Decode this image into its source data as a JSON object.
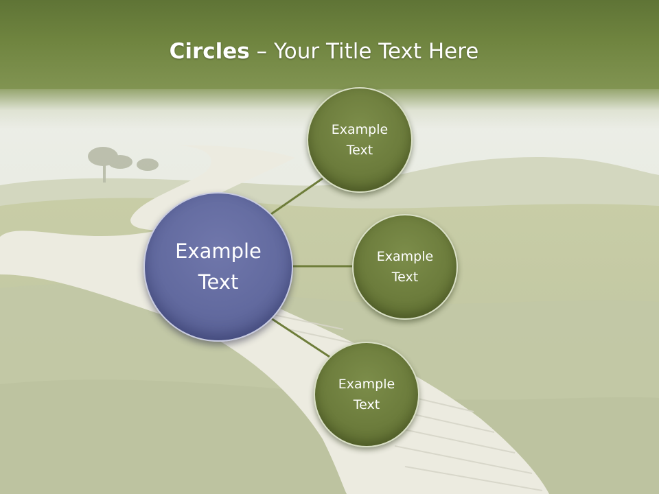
{
  "slide": {
    "title_bold": "Circles",
    "title_rest": " – Your Title Text Here"
  },
  "center": {
    "line1": "Example",
    "line2": "Text"
  },
  "satellites": [
    {
      "line1": "Example",
      "line2": "Text"
    },
    {
      "line1": "Example",
      "line2": "Text"
    },
    {
      "line1": "Example",
      "line2": "Text"
    }
  ],
  "colors": {
    "title_bar": "#6f843f",
    "center_circle": "#626a9f",
    "satellite_circle": "#6c7c3c",
    "connector": "#6e7d3a"
  }
}
